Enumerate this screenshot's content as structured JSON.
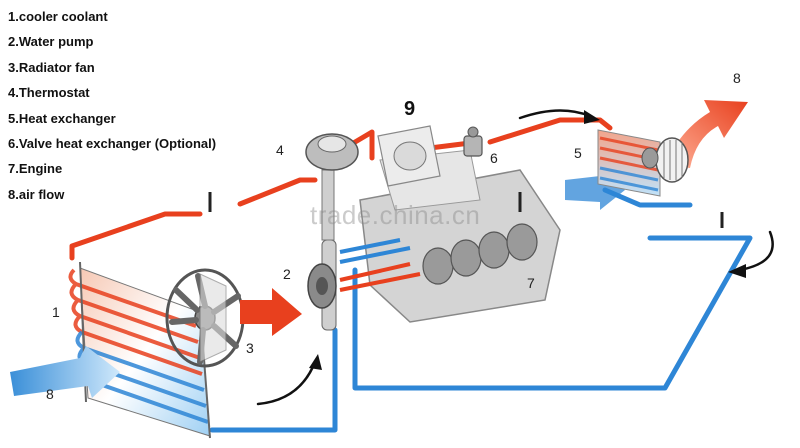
{
  "legend": [
    "1.cooler coolant",
    "2.Water pump",
    "3.Radiator fan",
    "4.Thermostat",
    "5.Heat exchanger",
    "6.Valve heat exchanger (Optional)",
    "7.Engine",
    "8.air flow"
  ],
  "callouts": {
    "c1": "1",
    "c2": "2",
    "c3": "3",
    "c4": "4",
    "c5": "5",
    "c6": "6",
    "c7": "7",
    "c8_left": "8",
    "c8_right": "8",
    "c9": "9"
  },
  "watermark": "trade.china.cn",
  "colors": {
    "hot": "#e8401e",
    "cold": "#2e86d6",
    "engine": "#c9c9c9"
  }
}
